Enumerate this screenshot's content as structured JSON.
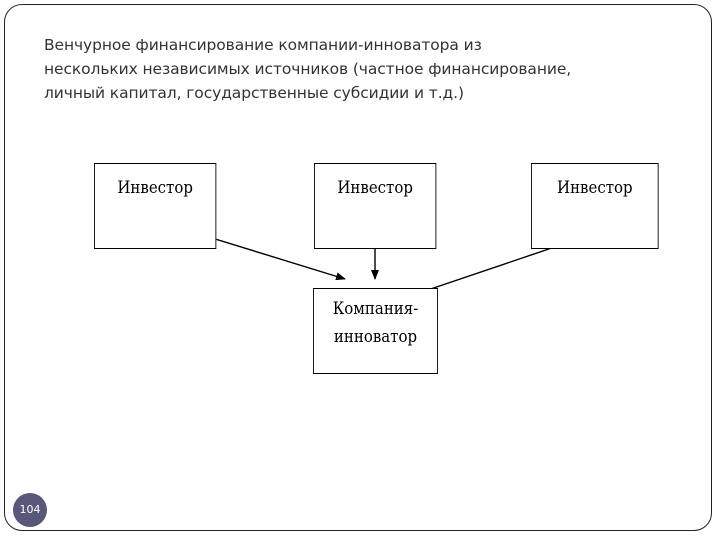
{
  "caption": {
    "line1": "Венчурное финансирование компании-инноватора из",
    "line2": "нескольких независимых источников (частное финансирование,",
    "line3": "личный капитал, государственные субсидии и т.д.)"
  },
  "diagram": {
    "investors": [
      {
        "label": "Инвестор"
      },
      {
        "label": "Инвестор"
      },
      {
        "label": "Инвестор"
      }
    ],
    "company": {
      "line1": "Компания-",
      "line2": "инноватор"
    }
  },
  "page_number": "104"
}
